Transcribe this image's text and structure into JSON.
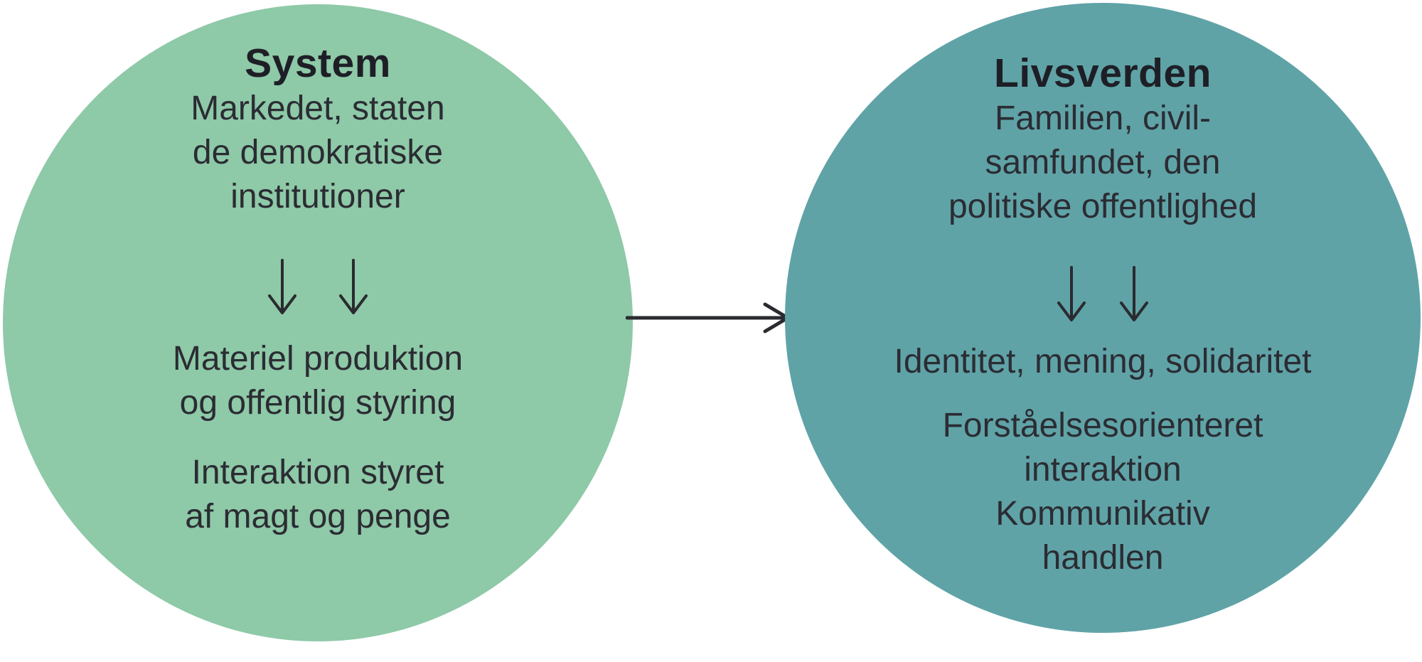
{
  "diagram": {
    "colors": {
      "background": "#ffffff",
      "system_circle_fill": "#8ec9a8",
      "livsverden_circle_fill": "#5fa3a7",
      "text": "#2b2c33",
      "title_text": "#1e1f26",
      "arrow_stroke": "#2a2b30"
    },
    "system": {
      "title": "System",
      "top_lines": [
        "Markedet, staten",
        "de demokratiske",
        "institutioner"
      ],
      "down_arrows_icon": "↓ ↓",
      "middle_lines": [
        "Materiel produktion",
        "og offentlig styring"
      ],
      "bottom_lines": [
        "Interaktion styret",
        "af magt og penge"
      ]
    },
    "connector": {
      "icon": "→",
      "direction": "system-to-livsverden"
    },
    "livsverden": {
      "title": "Livsverden",
      "top_lines": [
        "Familien, civil-",
        "samfundet, den",
        "politiske offentlighed"
      ],
      "down_arrows_icon": "↓ ↓",
      "middle_line": "Identitet, mening, solidaritet",
      "bottom_lines": [
        "Forståelsesorienteret",
        "interaktion",
        "Kommunikativ",
        "handlen"
      ]
    }
  }
}
